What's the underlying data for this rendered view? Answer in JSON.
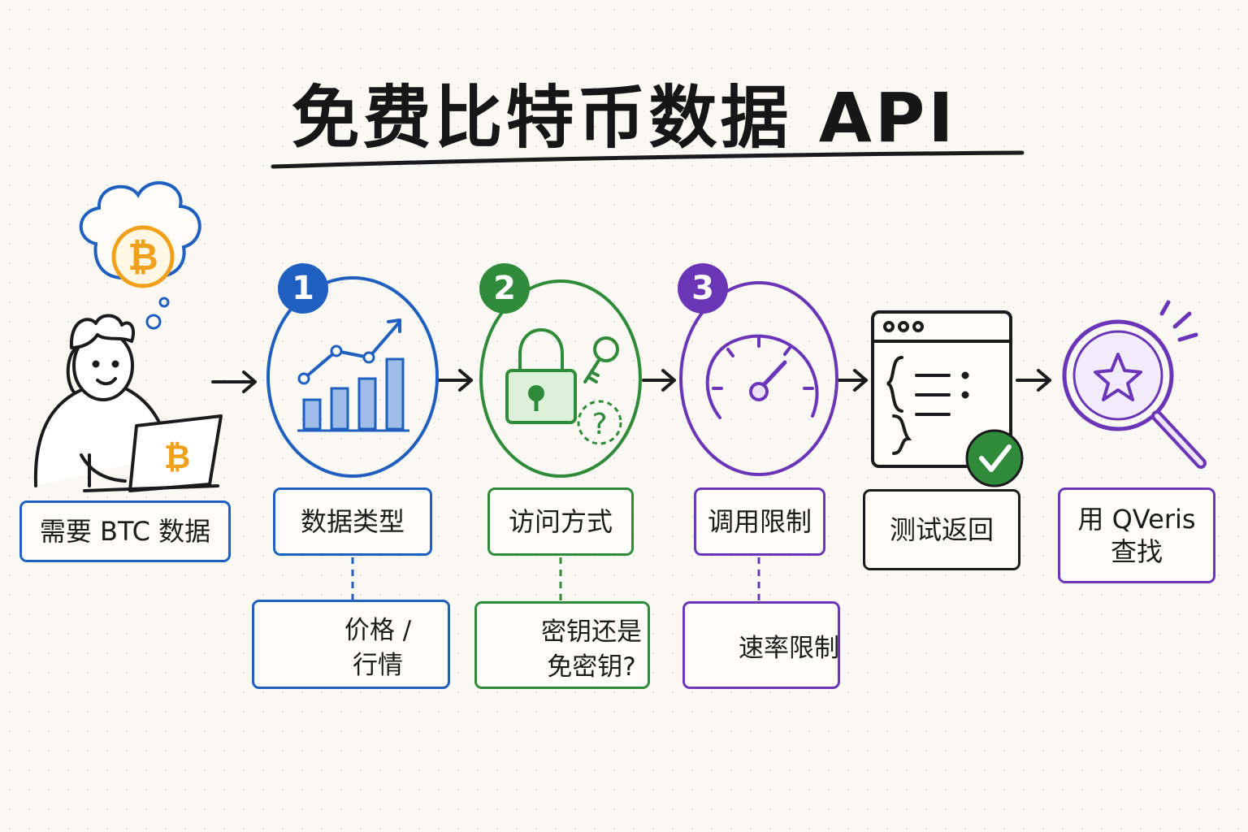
{
  "title": "免费比特币数据 API",
  "start": {
    "label": "需要 BTC 数据",
    "bitcoin_symbol": "₿"
  },
  "steps": [
    {
      "number": "1",
      "label": "数据类型",
      "detail": [
        "价格 /",
        "行情"
      ],
      "color": "#1f5fbf",
      "icon": "bar-chart-icon",
      "detail_icon": "pie-chart-icon"
    },
    {
      "number": "2",
      "label": "访问方式",
      "detail": [
        "密钥还是",
        "免密钥?"
      ],
      "color": "#2f8a3a",
      "icon": "lock-icon",
      "detail_icon": "key-icon",
      "question_mark": "?"
    },
    {
      "number": "3",
      "label": "调用限制",
      "detail": [
        "速率限制"
      ],
      "color": "#6b35b8",
      "icon": "speedometer-icon",
      "detail_icon": "hourglass-icon"
    }
  ],
  "test": {
    "label": "测试返回",
    "icon": "code-window-icon"
  },
  "finish": {
    "label": [
      "用 QVeris",
      "查找"
    ],
    "color": "#6b35b8",
    "icon": "magnifier-star-icon"
  },
  "colors": {
    "bitcoin": "#f0a11b",
    "check": "#2f8a3a",
    "ink": "#1b1b1b"
  }
}
